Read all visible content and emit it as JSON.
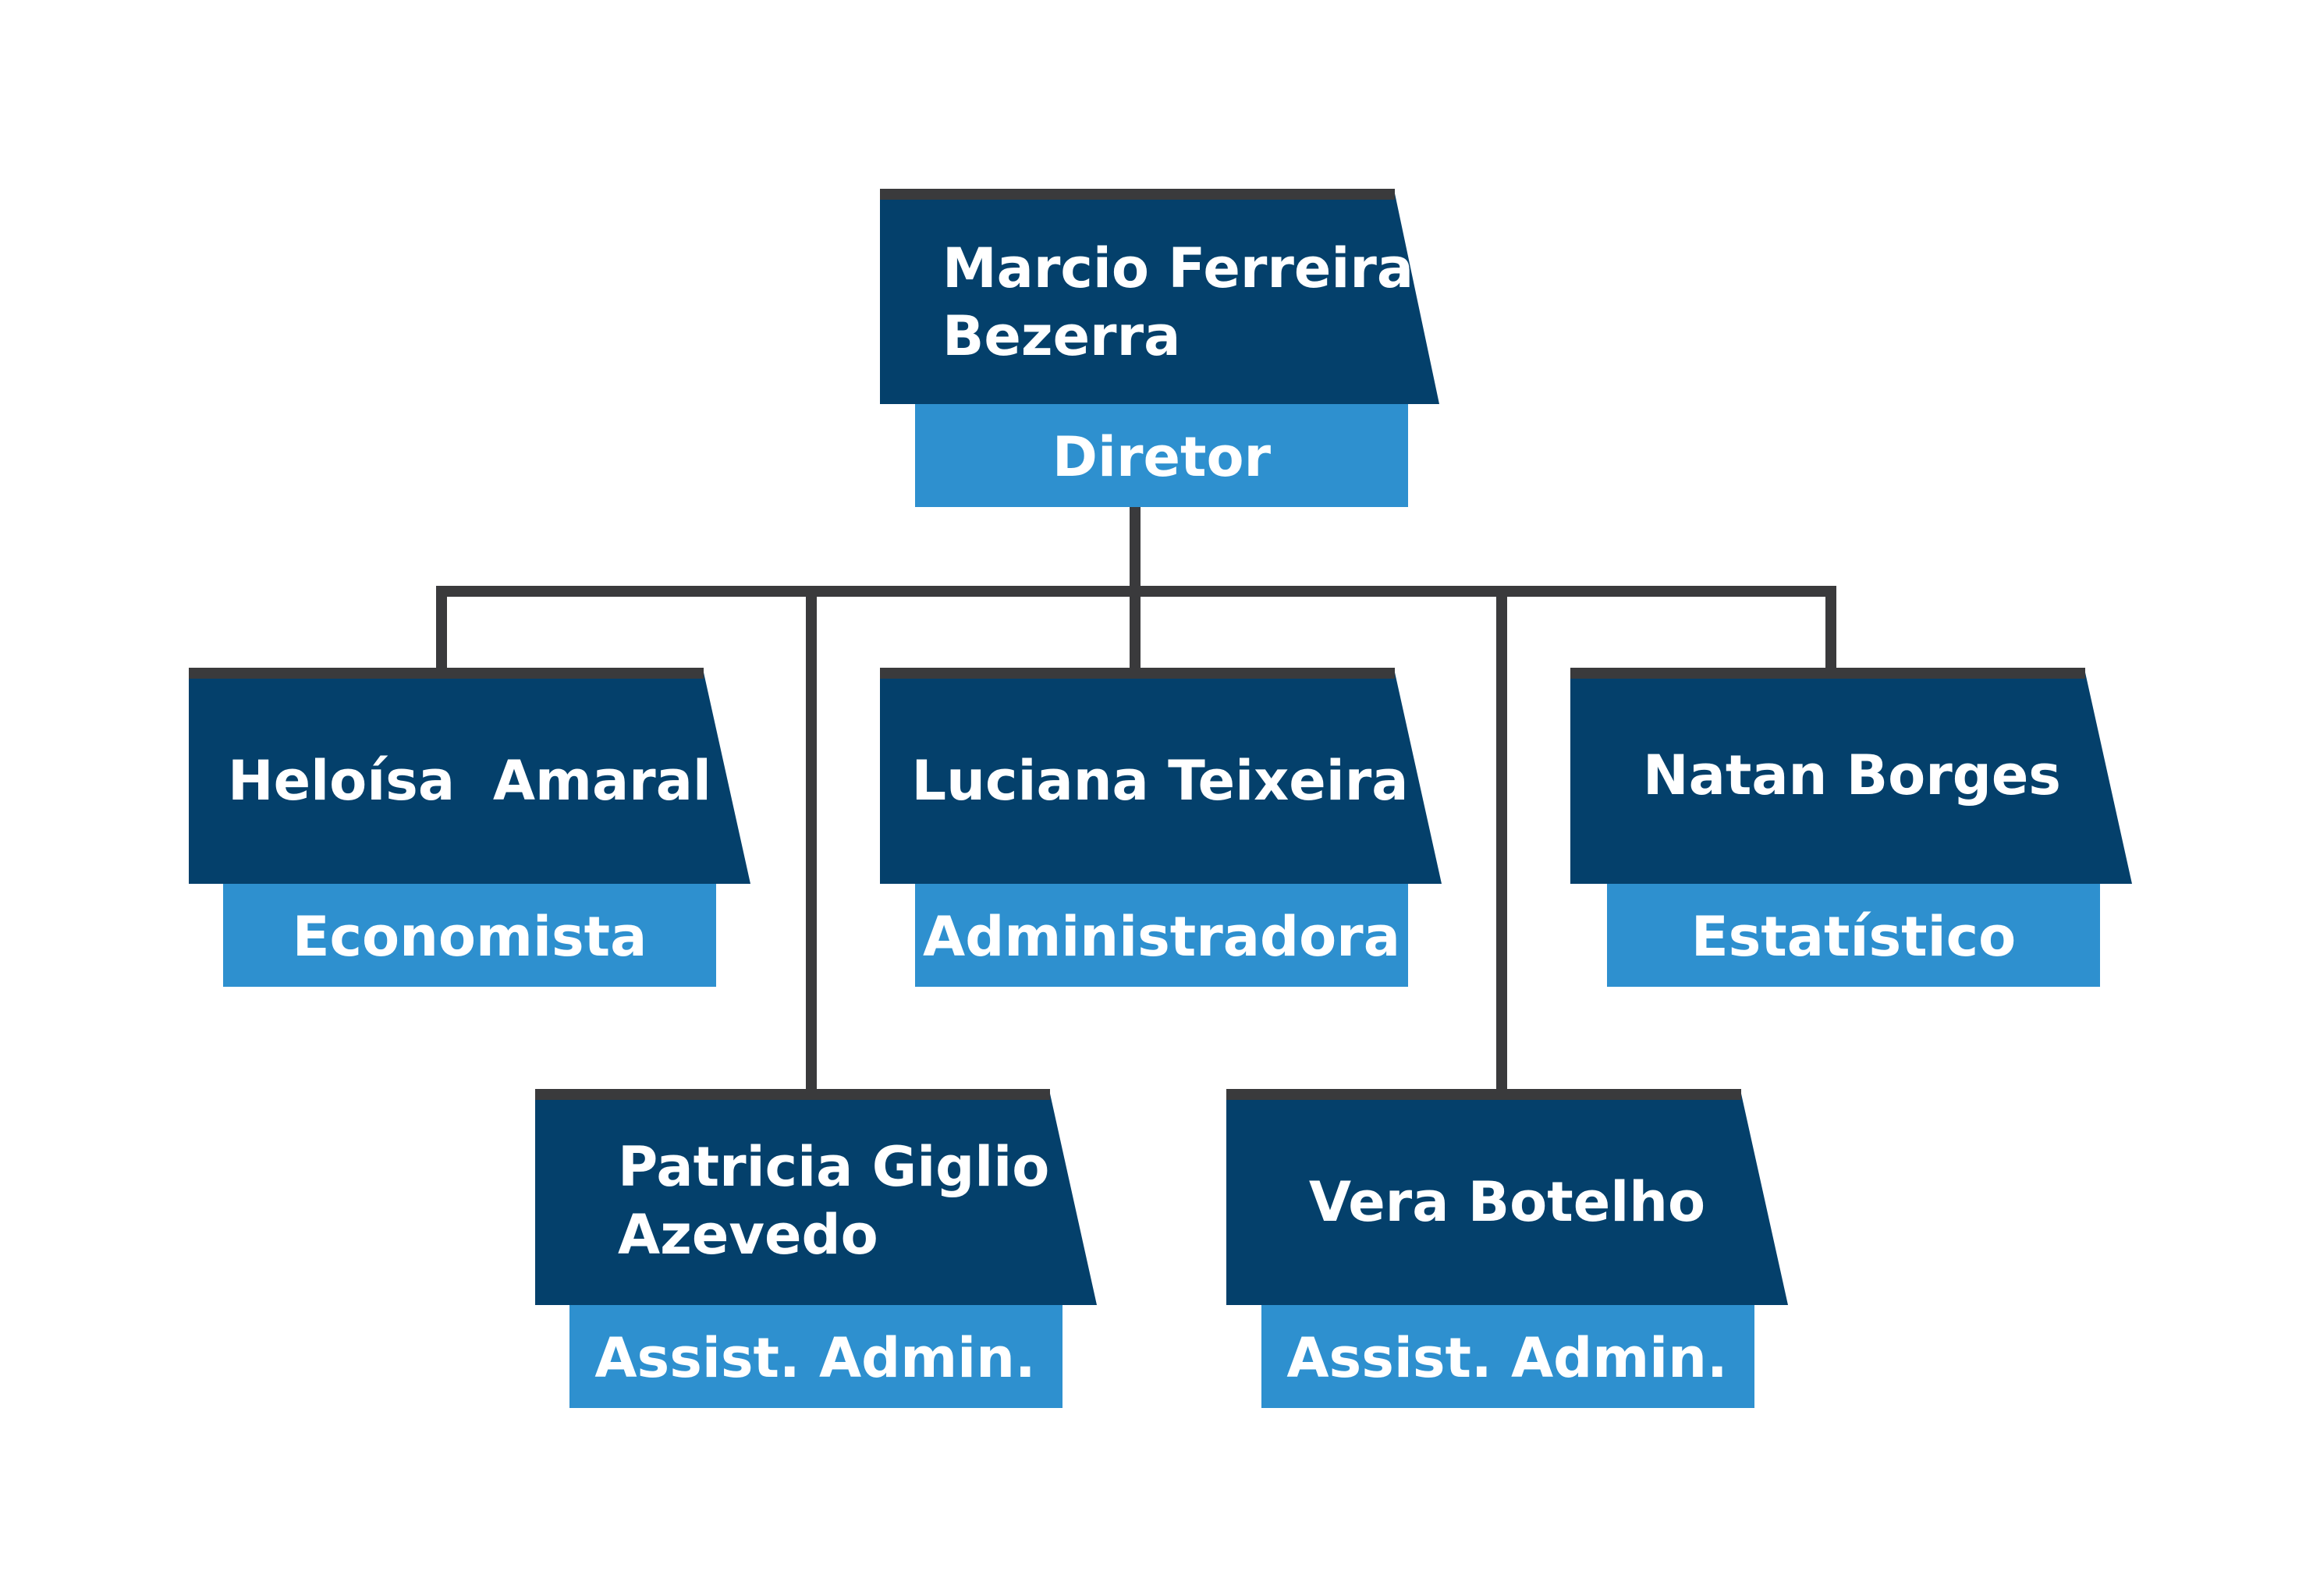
{
  "diagram": {
    "type": "org-chart",
    "nodes": [
      {
        "id": "marcio",
        "name_lines": [
          "Marcio Ferreira",
          "Bezerra"
        ],
        "role": "Diretor",
        "parent": null
      },
      {
        "id": "heloisa",
        "name_lines": [
          "Heloísa  Amaral"
        ],
        "role": "Economista",
        "parent": "marcio"
      },
      {
        "id": "luciana",
        "name_lines": [
          "Luciana Teixeira"
        ],
        "role": "Administradora",
        "parent": "marcio"
      },
      {
        "id": "natan",
        "name_lines": [
          "Natan Borges"
        ],
        "role": "Estatístico",
        "parent": "marcio"
      },
      {
        "id": "patricia",
        "name_lines": [
          "Patricia Giglio",
          "Azevedo"
        ],
        "role": "Assist. Admin.",
        "parent": "marcio"
      },
      {
        "id": "vera",
        "name_lines": [
          "Vera Botelho"
        ],
        "role": "Assist. Admin.",
        "parent": "marcio"
      }
    ],
    "colors": {
      "name_box": "#04406b",
      "role_box": "#2e90cf",
      "connector": "#3a3a3c",
      "text": "#ffffff"
    }
  }
}
